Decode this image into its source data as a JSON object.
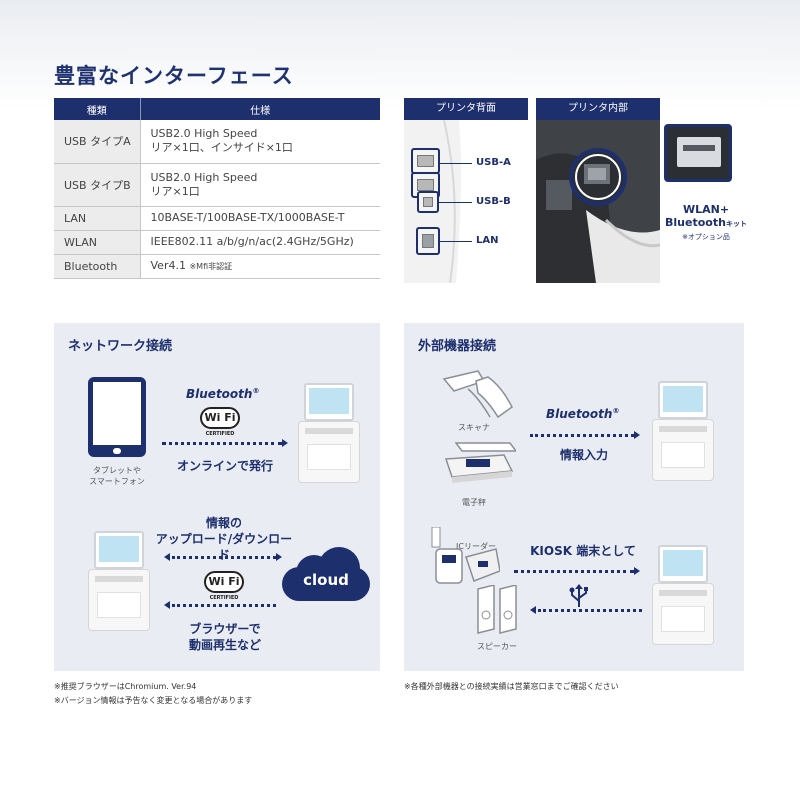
{
  "title": "豊富なインターフェース",
  "spec_table": {
    "headers": [
      "種類",
      "仕様"
    ],
    "rows": [
      {
        "type": "USB タイプA",
        "spec": [
          "USB2.0 High Speed",
          "リア×1口、インサイド×1口"
        ]
      },
      {
        "type": "USB タイプB",
        "spec": [
          "USB2.0 High Speed",
          "リア×1口"
        ]
      },
      {
        "type": "LAN",
        "spec": [
          "10BASE-T/100BASE-TX/1000BASE-T"
        ]
      },
      {
        "type": "WLAN",
        "spec": [
          "IEEE802.11 a/b/g/n/ac(2.4GHz/5GHz)"
        ]
      },
      {
        "type": "Bluetooth",
        "spec": [
          "Ver4.1"
        ],
        "note": "※Mfi非認証"
      }
    ]
  },
  "photos": {
    "back": {
      "label": "プリンタ背面",
      "ports": [
        "USB-A",
        "USB-B",
        "LAN"
      ]
    },
    "inside": {
      "label": "プリンタ内部",
      "kit": [
        "WLAN+",
        "Bluetooth",
        "キット",
        "※オプション品"
      ]
    }
  },
  "network": {
    "title": "ネットワーク接続",
    "bluetooth_logo": "Bluetooth",
    "registered": "®",
    "wifi_logo": "Wi Fi",
    "wifi_certified": "CERTIFIED",
    "tablet_caption": [
      "タブレットや",
      "スマートフォン"
    ],
    "online_print": "オンラインで発行",
    "updown": [
      "情報の",
      "アップロード/ダウンロード"
    ],
    "cloud": "cloud",
    "browser": [
      "ブラウザーで",
      "動画再生など"
    ],
    "notes": [
      "※推奨ブラウザーはChromium. Ver.94",
      "※バージョン情報は予告なく変更となる場合があります"
    ]
  },
  "external": {
    "title": "外部機器接続",
    "scanner": "スキャナ",
    "scale": "電子秤",
    "bluetooth_logo": "Bluetooth",
    "info_input": "情報入力",
    "ic_reader": "ICリーダー",
    "kiosk": "KIOSK 端末として",
    "speaker": "スピーカー",
    "note": "※各種外部機器との接続実績は営業窓口までご確認ください"
  },
  "colors": {
    "navy": "#1e2f6e",
    "panel_bg": "#e9edf3",
    "screen": "#bfe3f2"
  }
}
